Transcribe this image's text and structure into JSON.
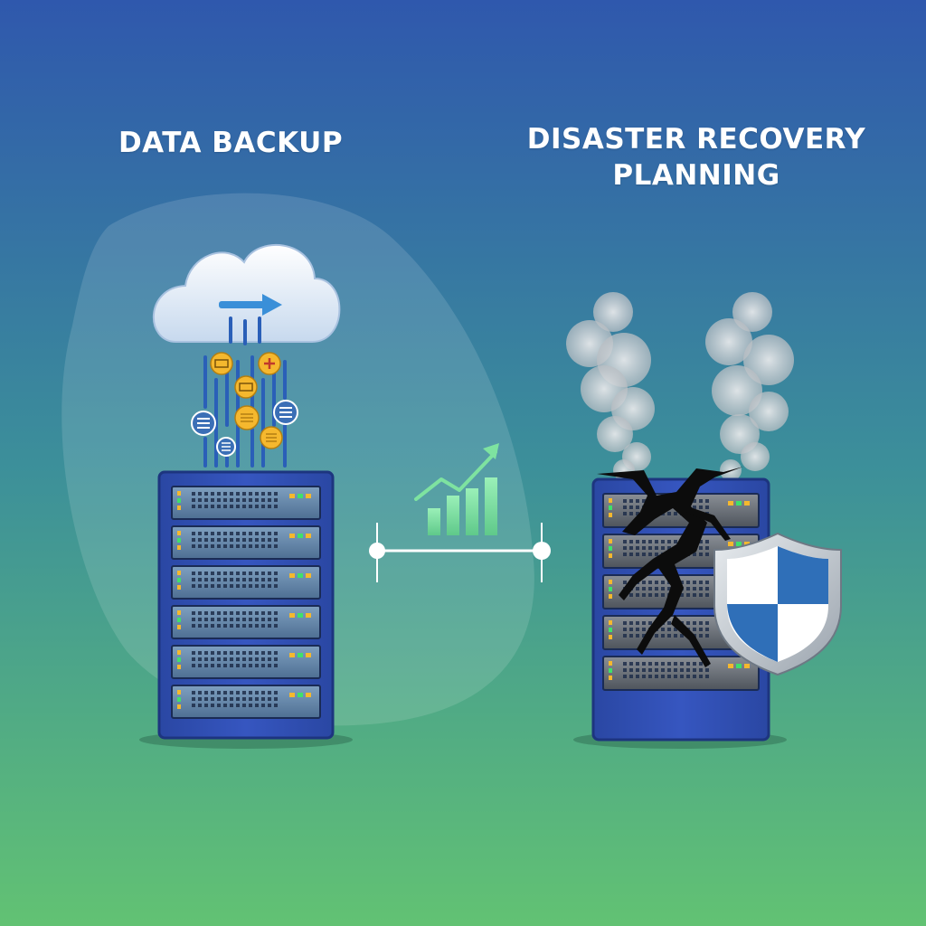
{
  "labels": {
    "data_backup": "DATA BACKUP",
    "disaster_recovery_line1": "DISASTER RECOVERY",
    "disaster_recovery_line2": "PLANNING"
  },
  "colors": {
    "background_top": "#2f58ad",
    "background_bottom": "#62c273",
    "server_body": "#2e4fb0",
    "accent_yellow": "#f5b82e",
    "shield_blue": "#2f6fb8",
    "chart_green": "#7ee3a0"
  },
  "icons": [
    "cloud-icon",
    "arrow-right-icon",
    "data-badge-icon",
    "server-rack-icon",
    "growth-chart-icon",
    "timeline-icon",
    "smoke-icon",
    "crack-icon",
    "shield-icon"
  ]
}
